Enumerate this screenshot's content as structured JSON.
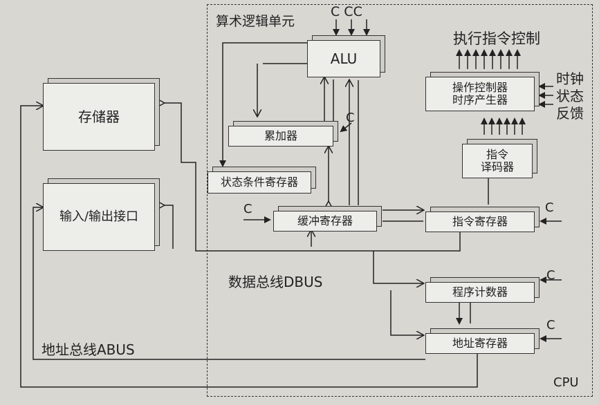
{
  "colors": {
    "background": "#d9d7d2",
    "box": "#ededea",
    "line": "#333333"
  },
  "labels": {
    "alu_unit": "算术逻辑单元",
    "alu_controls": "C CC",
    "exec_control": "执行指令控制",
    "clock": "时钟",
    "status": "状态",
    "feedback": "反馈",
    "dbus": "数据总线DBUS",
    "abus": "地址总线ABUS",
    "cpu": "CPU",
    "c": "C"
  },
  "boxes": {
    "memory": "存储器",
    "io": "输入/输出接口",
    "alu": "ALU",
    "accumulator": "累加器",
    "status_reg": "状态条件寄存器",
    "buffer_reg": "缓冲寄存器",
    "op_ctrl_line1": "操作控制器",
    "op_ctrl_line2": "时序产生器",
    "decoder_line1": "指令",
    "decoder_line2": "译码器",
    "instr_reg": "指令寄存器",
    "pc": "程序计数器",
    "addr_reg": "地址寄存器"
  }
}
